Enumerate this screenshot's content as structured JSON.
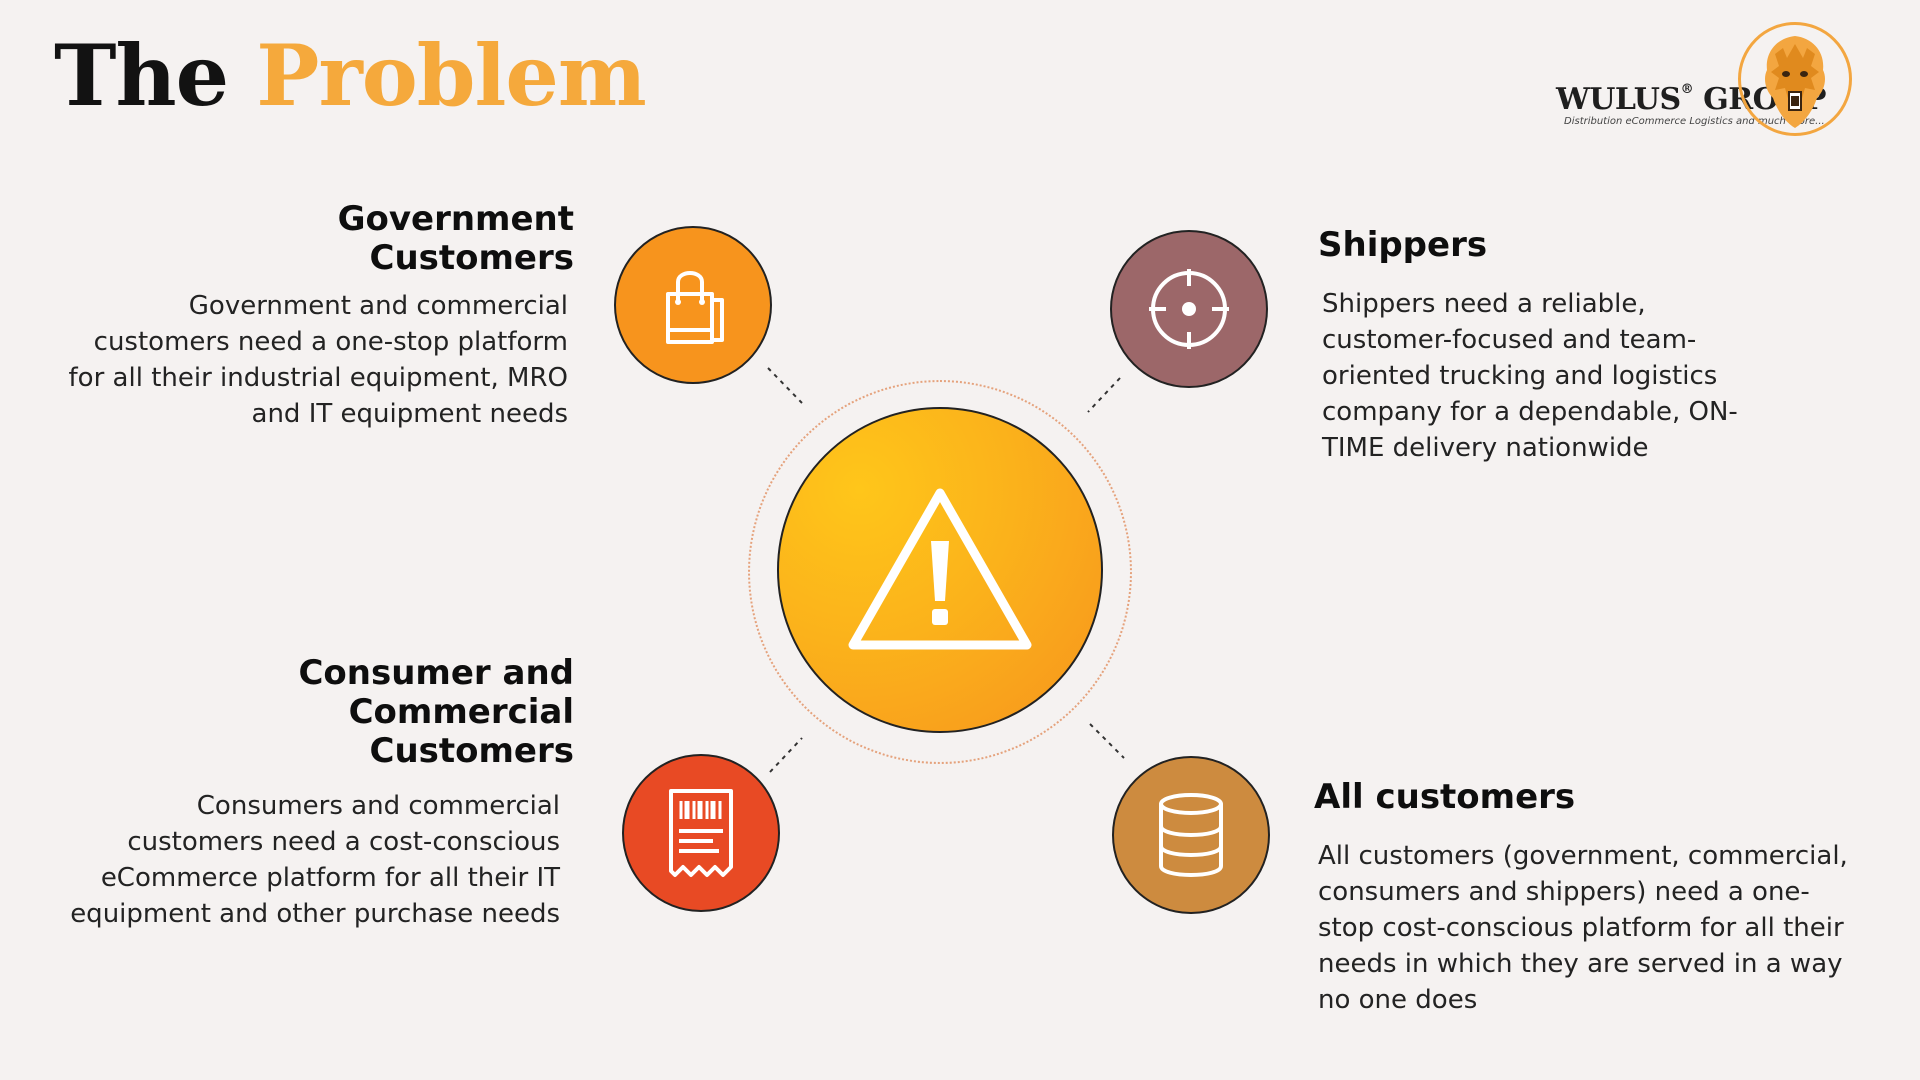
{
  "title": {
    "word1": "The",
    "word2": "Problem"
  },
  "logo": {
    "name": "WULUS",
    "reg": "®",
    "name2": " GROUP",
    "tagline": "Distribution eCommerce Logistics and much more..."
  },
  "colors": {
    "accent": "#f5a93c",
    "government": "#f7941d",
    "shippers": "#9c6769",
    "consumer": "#e84a24",
    "all_customers": "#cd8b3f",
    "center": "#fbb21b"
  },
  "segments": {
    "government": {
      "heading": "Government Customers",
      "heading_line1": "Government",
      "heading_line2": "Customers",
      "desc_lines": [
        "Government and commercial",
        "customers need a one-stop platform",
        "for all their industrial equipment, MRO",
        "and IT equipment needs"
      ],
      "icon": "shopping-bag-icon"
    },
    "shippers": {
      "heading": "Shippers",
      "desc_lines": [
        "Shippers need a reliable,",
        "customer-focused and team-",
        "oriented trucking and logistics",
        "company for a dependable, ON-",
        "TIME delivery nationwide"
      ],
      "icon": "target-icon"
    },
    "consumer": {
      "heading_line1": "Consumer and",
      "heading_line2": "Commercial",
      "heading_line3": "Customers",
      "desc_lines": [
        "Consumers and commercial",
        "customers need a cost-conscious",
        "eCommerce platform for all their IT",
        "equipment and other purchase needs"
      ],
      "icon": "receipt-icon"
    },
    "all_customers": {
      "heading": "All customers",
      "desc_lines": [
        "All customers (government, commercial,",
        "consumers and shippers) need a one-",
        "stop cost-conscious platform for all their",
        "needs in which they are served in a way",
        "no one does"
      ],
      "icon": "database-icon"
    }
  },
  "center": {
    "icon": "warning-icon"
  }
}
